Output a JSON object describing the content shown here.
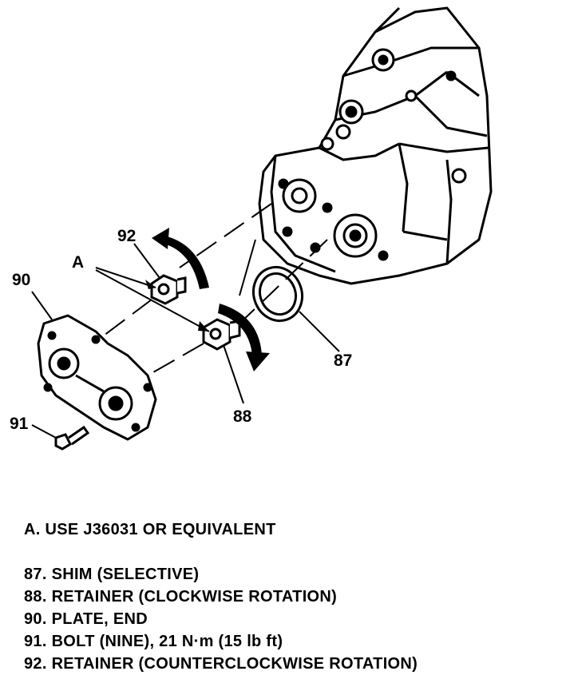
{
  "callouts": {
    "label_92": "92",
    "label_a": "A",
    "label_90": "90",
    "label_91": "91",
    "label_88": "88",
    "label_87": "87"
  },
  "note": "A. USE J36031 OR EQUIVALENT",
  "legend": [
    {
      "num": "87.",
      "text": "SHIM (SELECTIVE)"
    },
    {
      "num": "88.",
      "text": "RETAINER (CLOCKWISE ROTATION)"
    },
    {
      "num": "90.",
      "text": "PLATE, END"
    },
    {
      "num": "91.",
      "text": "BOLT (NINE), 21 N·m (15 lb ft)"
    },
    {
      "num": "92.",
      "text": "RETAINER (COUNTERCLOCKWISE ROTATION)"
    }
  ]
}
